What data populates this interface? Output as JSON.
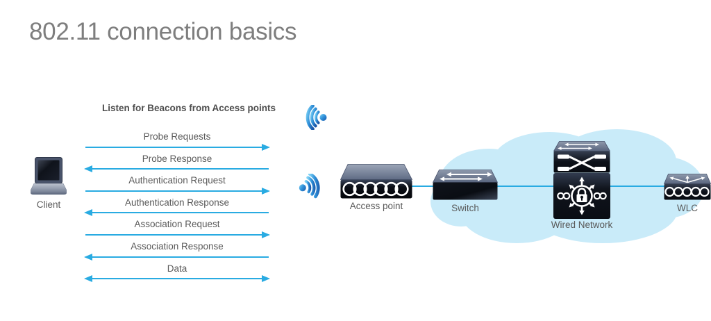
{
  "title": "802.11 connection basics",
  "colors": {
    "arrow_blue": "#29ABE2",
    "cloud_blue": "#C9EBF9",
    "title_gray": "#7E7E7E",
    "header_gray": "#4D4D4D",
    "label_gray": "#595959"
  },
  "sequence": {
    "header": "Listen for Beacons from Access points",
    "messages": [
      {
        "label": "Probe Requests",
        "direction": "right"
      },
      {
        "label": "Probe Response",
        "direction": "left"
      },
      {
        "label": "Authentication Request",
        "direction": "right"
      },
      {
        "label": "Authentication Response",
        "direction": "left"
      },
      {
        "label": "Association Request",
        "direction": "right"
      },
      {
        "label": "Association Response",
        "direction": "left"
      },
      {
        "label": "Data",
        "direction": "both"
      }
    ]
  },
  "nodes": {
    "client": {
      "label": "Client"
    },
    "access_point": {
      "label": "Access point"
    },
    "switch": {
      "label": "Switch"
    },
    "wired_network": {
      "label": "Wired Network"
    },
    "wlc": {
      "label": "WLC"
    }
  }
}
